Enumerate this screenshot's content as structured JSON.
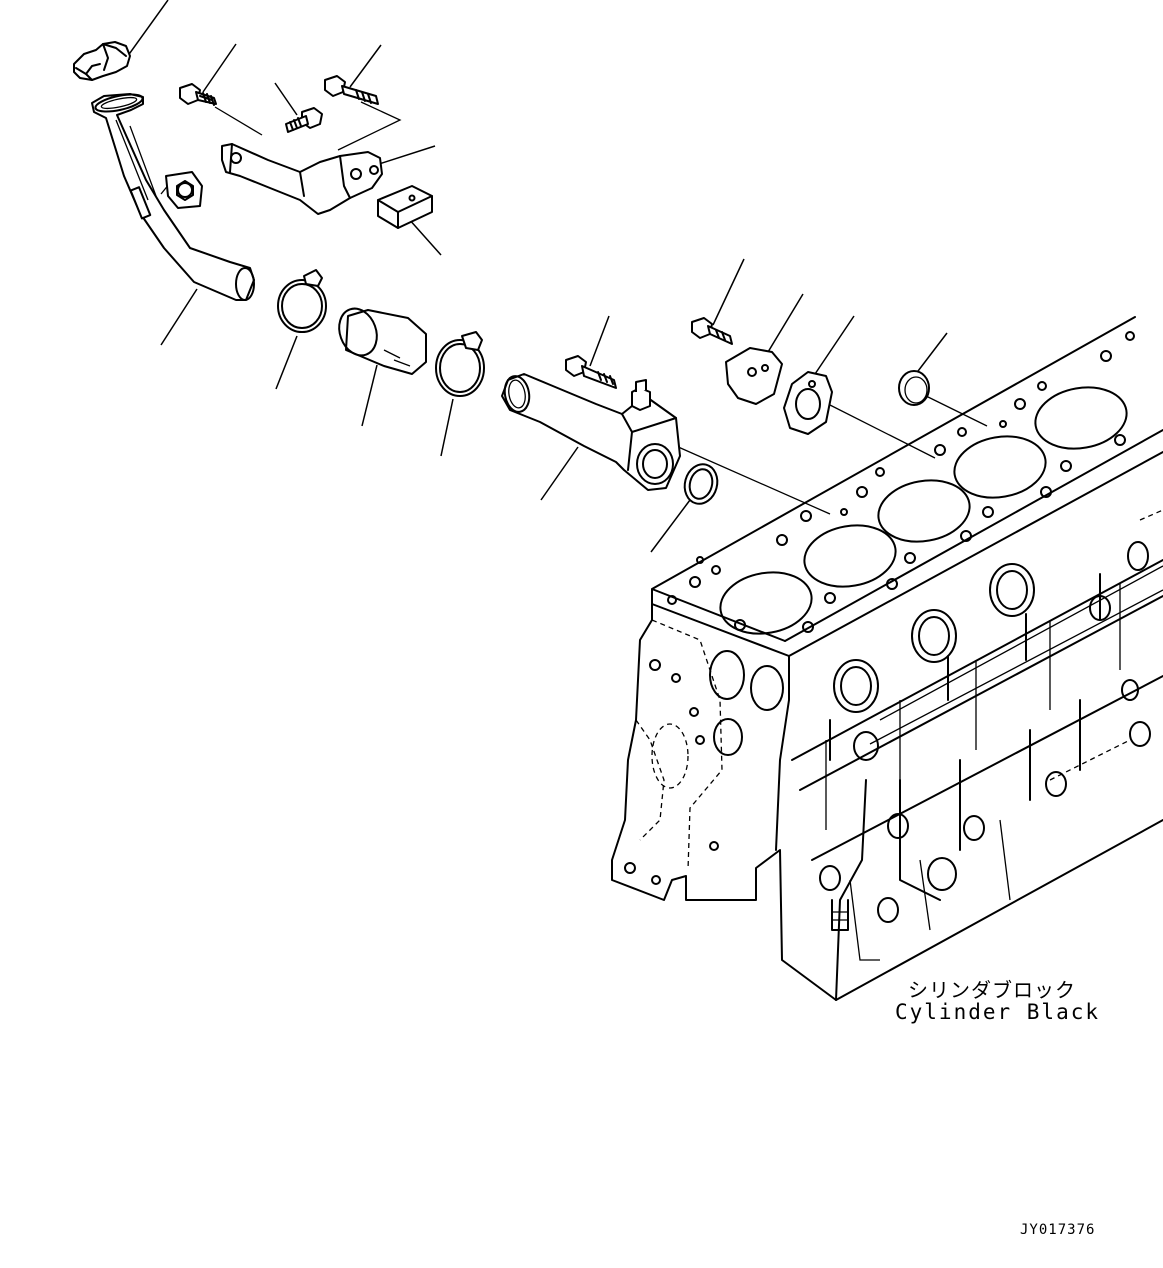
{
  "labels": {
    "component_jp": "シリンダブロック",
    "component_en": "Cylinder Black",
    "drawing_number": "JY017376"
  },
  "parts": [
    "oil-filler-cap",
    "oil-filler-tube",
    "flange-bolt-left",
    "flange-bolt-center",
    "flange-bolt-right",
    "support-bracket",
    "spacer-block",
    "hose-clamp-left",
    "rubber-hose",
    "hose-clamp-right",
    "elbow-pipe",
    "mounting-bolt",
    "o-ring",
    "cover-bolt",
    "cover-plate",
    "cover-gasket",
    "expansion-plug",
    "cylinder-block"
  ]
}
